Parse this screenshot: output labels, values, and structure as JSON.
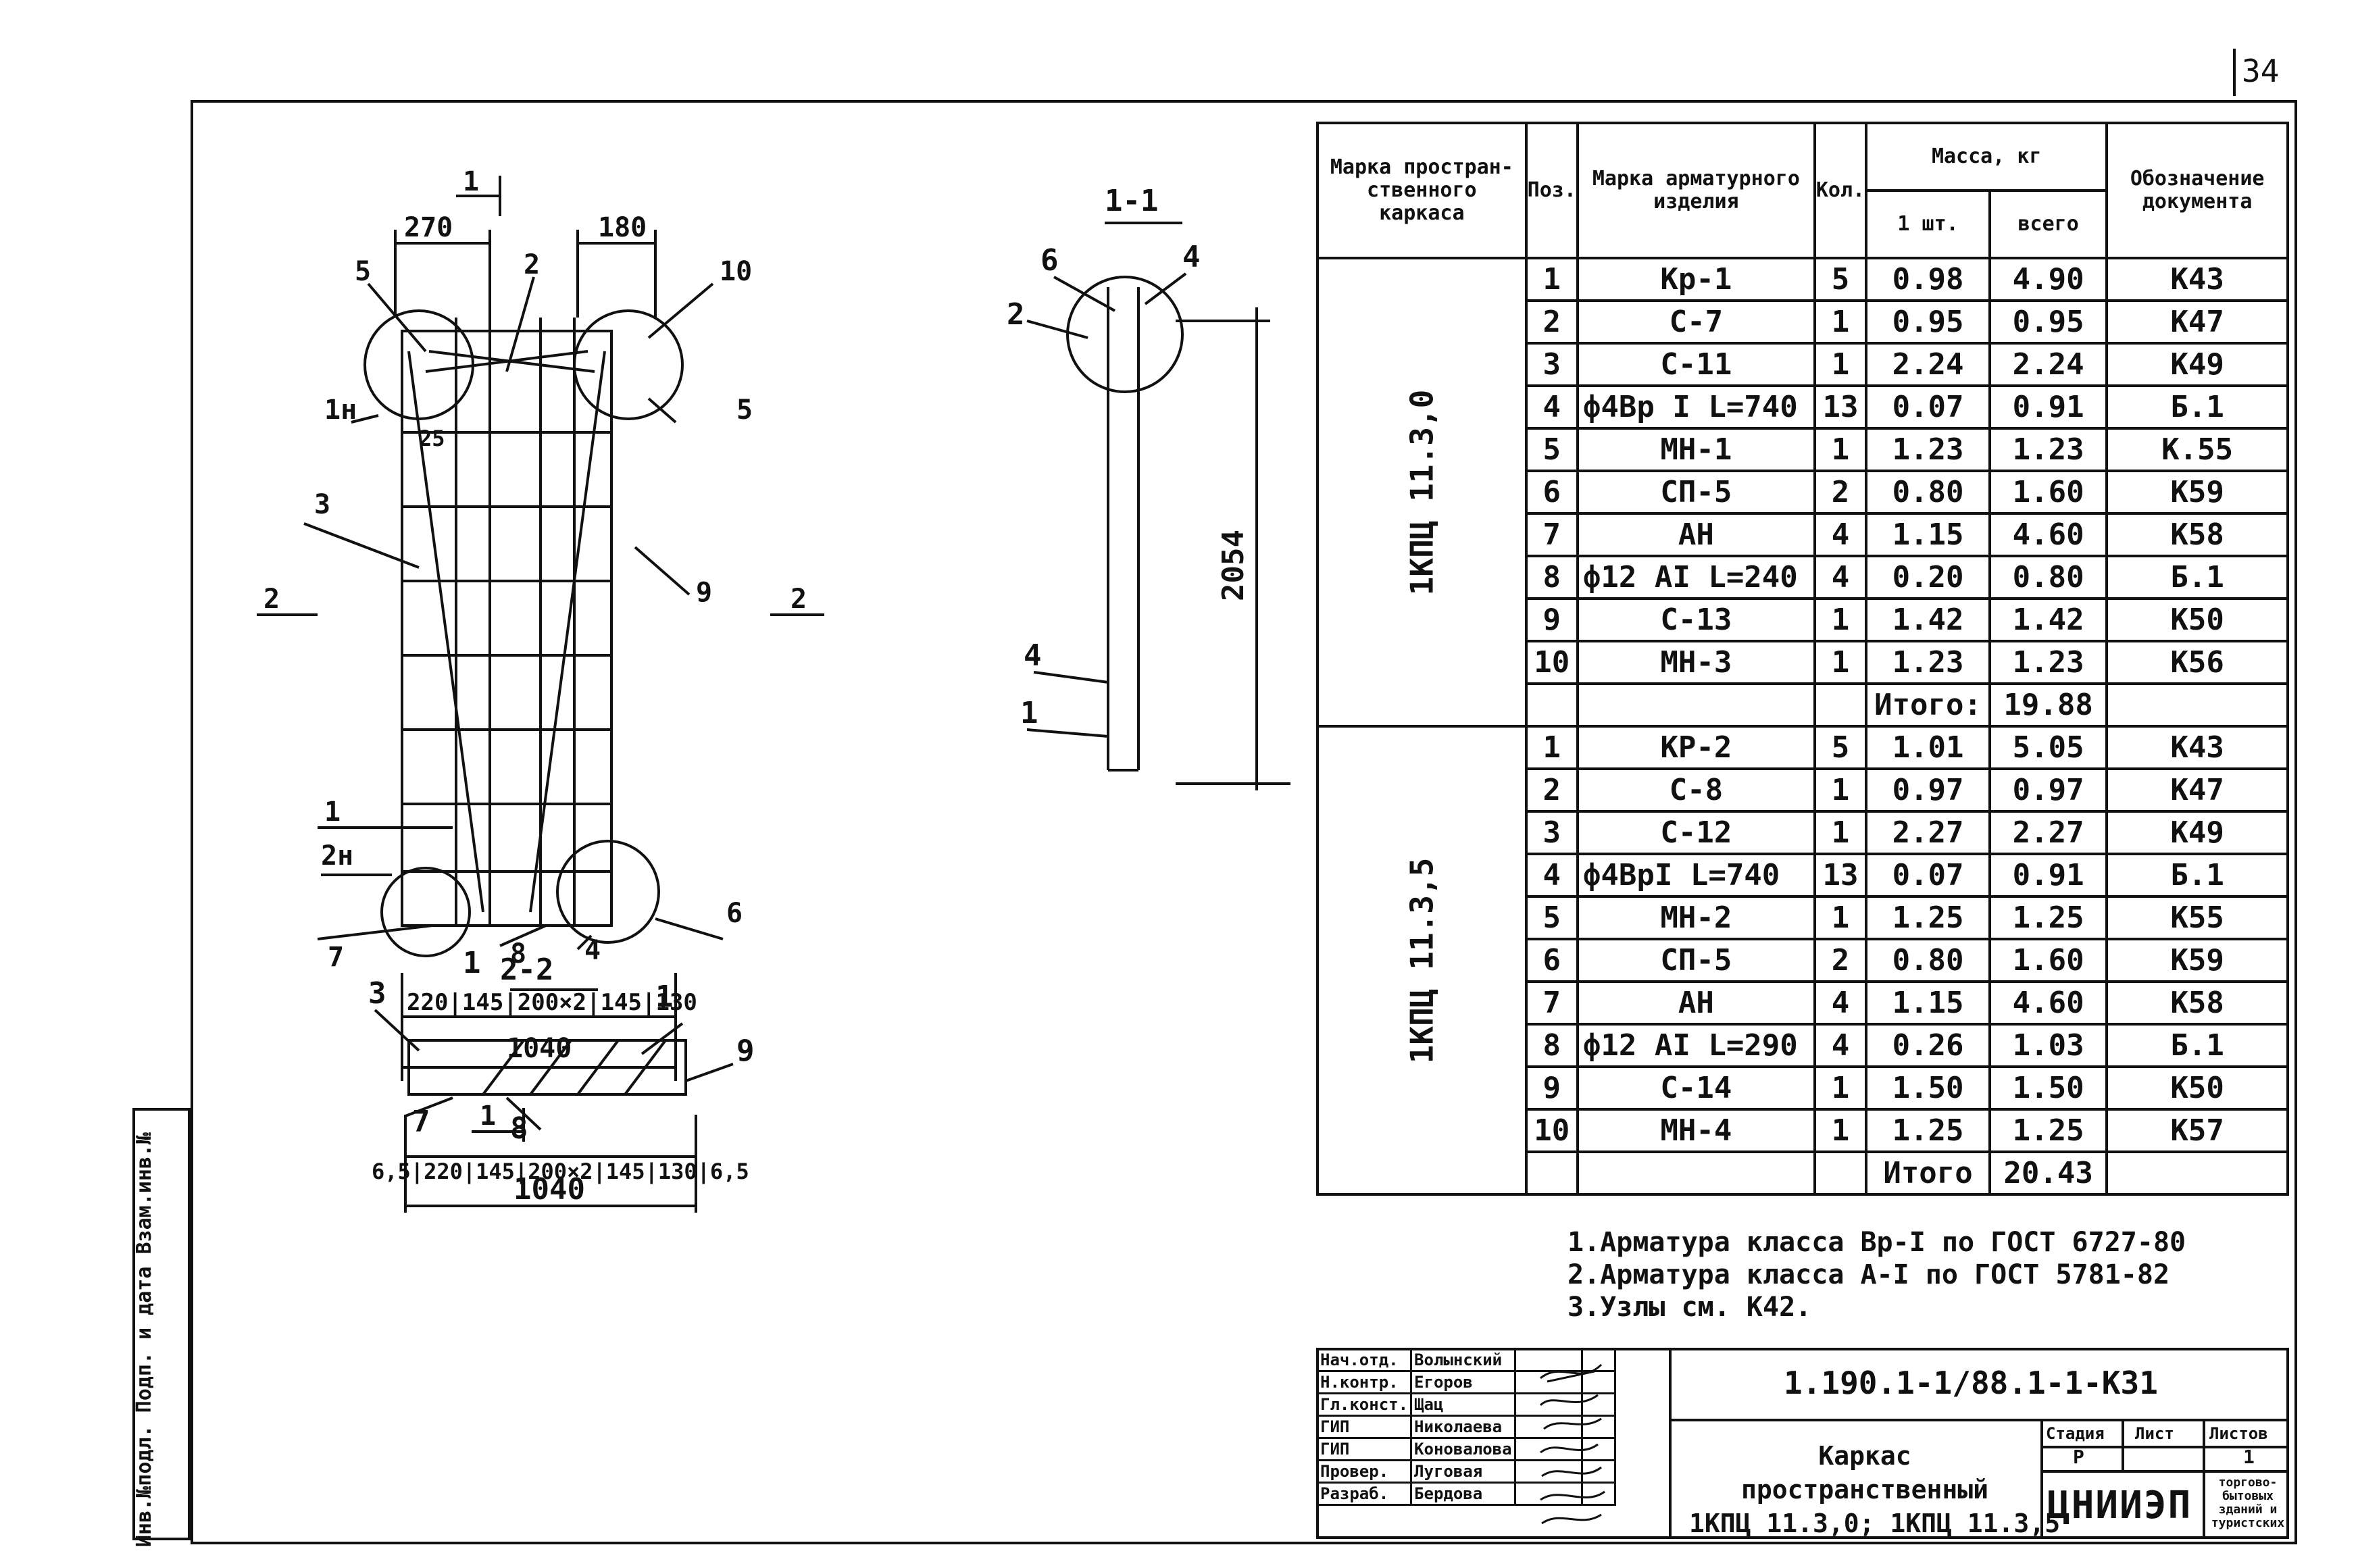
{
  "sheet": {
    "page_number": "34"
  },
  "drawings": {
    "view_main": {
      "section_mark": "1",
      "section2_left": "2",
      "section2_right": "2",
      "dim_top_left": "270",
      "dim_top_right": "180",
      "dim_25": "25",
      "dim_bottom_parts": "220|145|200×2|145|130",
      "dim_bottom_total": "1040",
      "labels": {
        "l5a": "5",
        "l2": "2",
        "l10": "10",
        "l1n": "1н",
        "l5b": "5",
        "l3": "3",
        "l9": "9",
        "l1": "1",
        "l2n": "2н",
        "l6": "6",
        "l7": "7",
        "l8": "8",
        "l4": "4"
      }
    },
    "section_1_1": {
      "title": "1-1",
      "labels": {
        "l6": "6",
        "l4a": "4",
        "l2": "2",
        "l4b": "4",
        "l1": "1"
      },
      "dim_height": "2054"
    },
    "section_2_2": {
      "title": "2-2",
      "section_mark": "1",
      "labels": {
        "l3": "3",
        "l1": "1",
        "l9": "9",
        "l7": "7",
        "l8": "8"
      },
      "dim_parts": "6,5|220|145|200×2|145|130|6,5",
      "dim_total": "1040"
    }
  },
  "spec_table": {
    "headers": {
      "frame_mark": "Марка простран-ственного каркаса",
      "pos": "Поз.",
      "item_mark": "Марка арматурного изделия",
      "qty": "Кол.",
      "mass_group": "Масса, кг",
      "mass_unit": "1 шт.",
      "mass_total": "всего",
      "doc": "Обозначение документа"
    },
    "groups": [
      {
        "frame": "1КПЦ 11.3,0",
        "rows": [
          {
            "pos": "1",
            "mark": "Кр-1",
            "qty": "5",
            "unit": "0.98",
            "total": "4.90",
            "doc": "К43"
          },
          {
            "pos": "2",
            "mark": "С-7",
            "qty": "1",
            "unit": "0.95",
            "total": "0.95",
            "doc": "К47"
          },
          {
            "pos": "3",
            "mark": "С-11",
            "qty": "1",
            "unit": "2.24",
            "total": "2.24",
            "doc": "К49"
          },
          {
            "pos": "4",
            "mark": "ф4Вр I L=740",
            "qty": "13",
            "unit": "0.07",
            "total": "0.91",
            "doc": "Б.1"
          },
          {
            "pos": "5",
            "mark": "МН-1",
            "qty": "1",
            "unit": "1.23",
            "total": "1.23",
            "doc": "К.55"
          },
          {
            "pos": "6",
            "mark": "СП-5",
            "qty": "2",
            "unit": "0.80",
            "total": "1.60",
            "doc": "К59"
          },
          {
            "pos": "7",
            "mark": "АН",
            "qty": "4",
            "unit": "1.15",
            "total": "4.60",
            "doc": "К58"
          },
          {
            "pos": "8",
            "mark": "ф12 АI L=240",
            "qty": "4",
            "unit": "0.20",
            "total": "0.80",
            "doc": "Б.1"
          },
          {
            "pos": "9",
            "mark": "С-13",
            "qty": "1",
            "unit": "1.42",
            "total": "1.42",
            "doc": "К50"
          },
          {
            "pos": "10",
            "mark": "МН-3",
            "qty": "1",
            "unit": "1.23",
            "total": "1.23",
            "doc": "К56"
          }
        ],
        "total_label": "Итого:",
        "total_value": "19.88"
      },
      {
        "frame": "1КПЦ 11.3,5",
        "rows": [
          {
            "pos": "1",
            "mark": "КР-2",
            "qty": "5",
            "unit": "1.01",
            "total": "5.05",
            "doc": "К43"
          },
          {
            "pos": "2",
            "mark": "С-8",
            "qty": "1",
            "unit": "0.97",
            "total": "0.97",
            "doc": "К47"
          },
          {
            "pos": "3",
            "mark": "С-12",
            "qty": "1",
            "unit": "2.27",
            "total": "2.27",
            "doc": "К49"
          },
          {
            "pos": "4",
            "mark": "ф4ВрI L=740",
            "qty": "13",
            "unit": "0.07",
            "total": "0.91",
            "doc": "Б.1"
          },
          {
            "pos": "5",
            "mark": "МН-2",
            "qty": "1",
            "unit": "1.25",
            "total": "1.25",
            "doc": "К55"
          },
          {
            "pos": "6",
            "mark": "СП-5",
            "qty": "2",
            "unit": "0.80",
            "total": "1.60",
            "doc": "К59"
          },
          {
            "pos": "7",
            "mark": "АН",
            "qty": "4",
            "unit": "1.15",
            "total": "4.60",
            "doc": "К58"
          },
          {
            "pos": "8",
            "mark": "ф12 АI L=290",
            "qty": "4",
            "unit": "0.26",
            "total": "1.03",
            "doc": "Б.1"
          },
          {
            "pos": "9",
            "mark": "С-14",
            "qty": "1",
            "unit": "1.50",
            "total": "1.50",
            "doc": "К50"
          },
          {
            "pos": "10",
            "mark": "МН-4",
            "qty": "1",
            "unit": "1.25",
            "total": "1.25",
            "doc": "К57"
          }
        ],
        "total_label": "Итого",
        "total_value": "20.43"
      }
    ]
  },
  "notes": [
    "1.Арматура класса Вр-I по ГОСТ 6727-80",
    "2.Арматура класса А-I по ГОСТ 5781-82",
    "3.Узлы см. К42."
  ],
  "title_block": {
    "doc_code": "1.190.1-1/88.1-1-К31",
    "title_lines": [
      "Каркас",
      "пространственный",
      "1КПЦ 11.3,0; 1КПЦ 11.3,5"
    ],
    "stage_label": "Стадия",
    "sheet_label": "Лист",
    "sheets_label": "Листов",
    "stage_value": "Р",
    "sheets_value": "1",
    "org": "ЦНИИЭП",
    "org_sub": "торгово-бытовых зданий и туристских",
    "signatures": [
      {
        "role": "Нач.отд.",
        "name": "Волынский"
      },
      {
        "role": "Н.контр.",
        "name": "Егоров"
      },
      {
        "role": "Гл.конст.",
        "name": "Щац"
      },
      {
        "role": "ГИП",
        "name": "Николаева"
      },
      {
        "role": "ГИП",
        "name": "Коновалова"
      },
      {
        "role": "Провер.",
        "name": "Луговая"
      },
      {
        "role": "Разраб.",
        "name": "Бердова"
      }
    ]
  },
  "side_stamp": "Инв.№подл.  Подп. и дата  Взам.инв.№"
}
